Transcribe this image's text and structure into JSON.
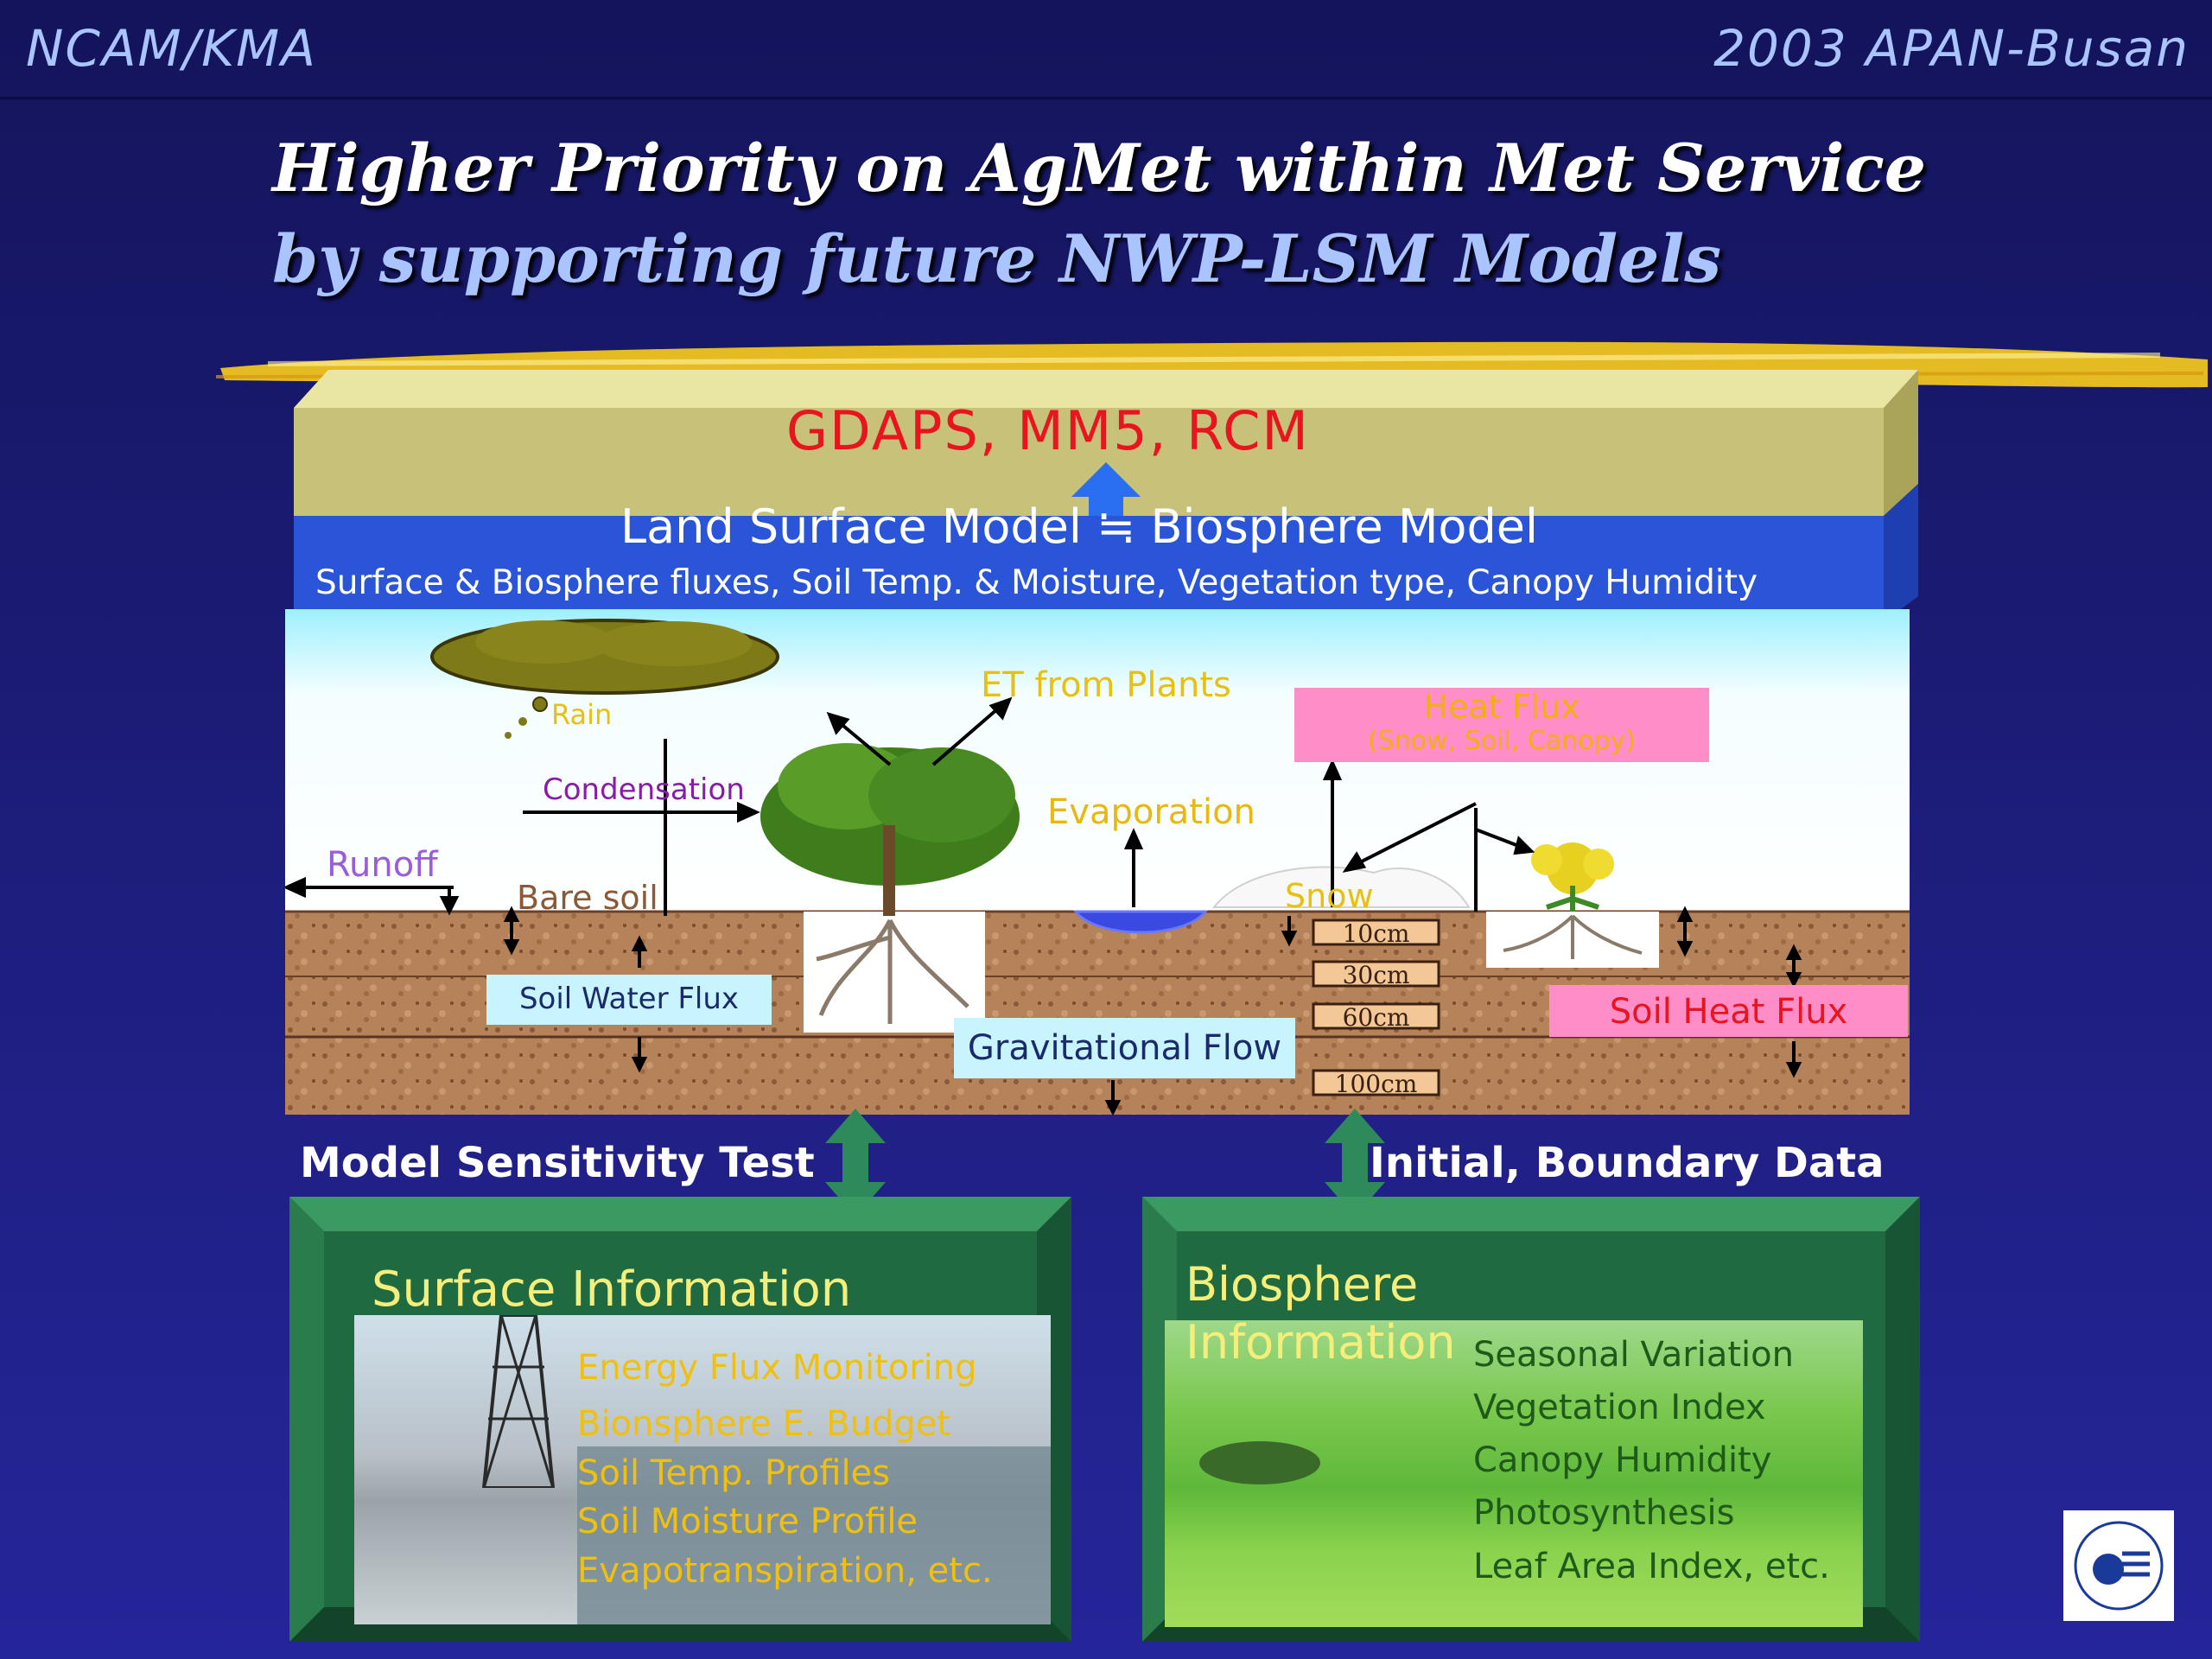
{
  "header": {
    "left": "NCAM/KMA",
    "right": "2003  APAN-Busan"
  },
  "title": {
    "line1": "Higher Priority on AgMet within Met Service",
    "line2": "by supporting future NWP-LSM Models"
  },
  "models": {
    "label": "GDAPS,    MM5,    RCM"
  },
  "lsm": {
    "title": "Land Surface Model ≒ Biosphere Model",
    "subtitle": "Surface & Biosphere fluxes, Soil Temp. & Moisture, Vegetation type, Canopy Humidity"
  },
  "scene": {
    "rain": "Rain",
    "condensation": "Condensation",
    "runoff": "Runoff",
    "bare_soil": "Bare soil",
    "et_plants": "ET from Plants",
    "evaporation": "Evaporation",
    "snow": "Snow",
    "heat_flux": "Heat Flux",
    "heat_flux_sub": "(Snow, Soil, Canopy)",
    "soil_water_flux": "Soil Water Flux",
    "gravitational_flow": "Gravitational Flow",
    "soil_heat_flux": "Soil Heat Flux",
    "depths": [
      "10cm",
      "30cm",
      "60cm",
      "100cm"
    ]
  },
  "links": {
    "left": "Model Sensitivity Test",
    "right": "Initial, Boundary Data"
  },
  "surface_info": {
    "title": "Surface Information",
    "items": [
      "Energy Flux Monitoring",
      "Bionsphere E. Budget",
      "Soil Temp. Profiles",
      "Soil Moisture Profile",
      "Evapotranspiration, etc."
    ]
  },
  "biosphere_info": {
    "title_line1": "Biosphere",
    "title_line2": "Information",
    "items": [
      "Seasonal Variation",
      "Vegetation Index",
      "Canopy Humidity",
      "Photosynthesis",
      "Leaf Area Index, etc."
    ]
  },
  "logo": {
    "name": "kma-logo-icon"
  },
  "colors": {
    "models_text": "#e8141e",
    "panel_green": "#2f7a52",
    "box_text": "#f0d020",
    "yellow_title": "#f5ee7a"
  }
}
